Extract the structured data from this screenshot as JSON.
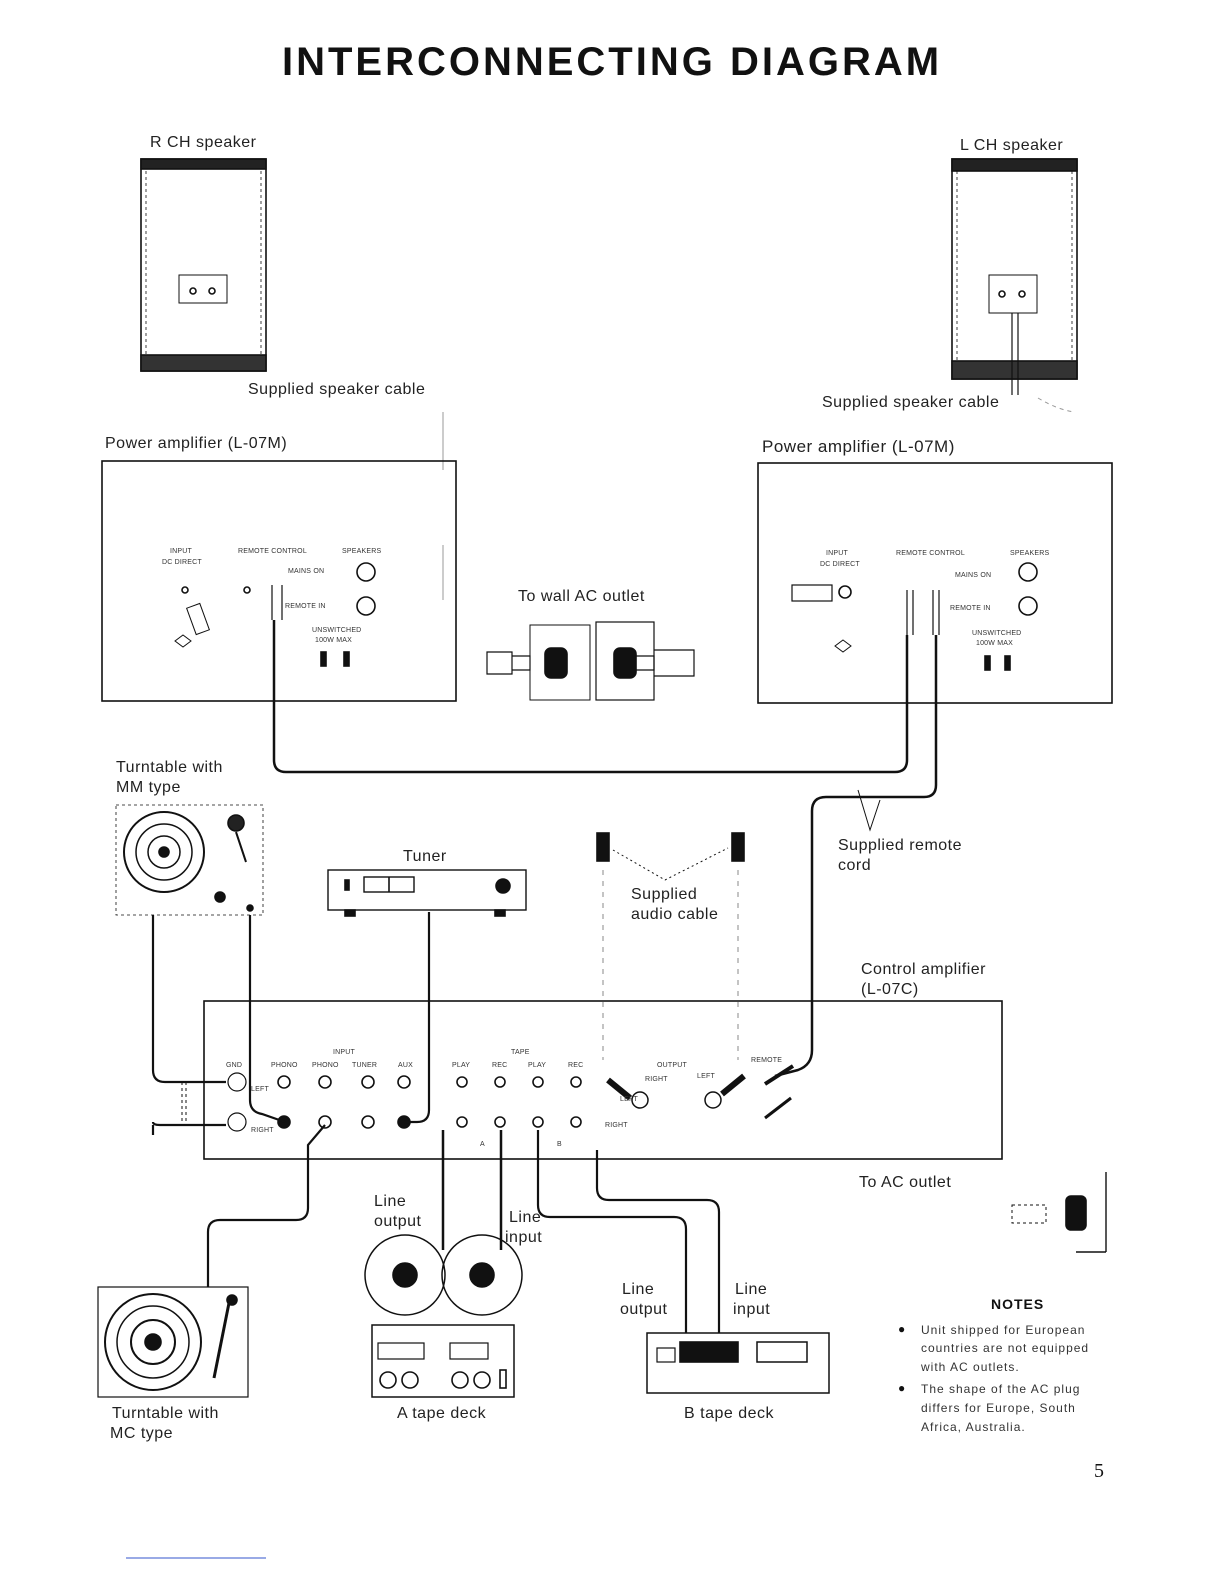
{
  "title": "INTERCONNECTING DIAGRAM",
  "speakers": {
    "right_label": "R CH speaker",
    "left_label": "L CH speaker",
    "cable_label_left": "Supplied speaker cable",
    "cable_label_right": "Supplied speaker cable"
  },
  "power_amplifiers": {
    "left_label": "Power amplifier (L-07M)",
    "right_label": "Power amplifier (L-07M)",
    "panel_texts": {
      "input": "INPUT",
      "dc_direct": "DC DIRECT",
      "remote_control": "REMOTE CONTROL",
      "speakers": "SPEAKERS",
      "mains_on": "MAINS ON",
      "remote_in": "REMOTE IN",
      "unswitched": "UNSWITCHED",
      "max_watts": "100W MAX"
    }
  },
  "wall_outlet_label": "To wall AC outlet",
  "remote_cord_label": [
    "Supplied remote",
    "cord"
  ],
  "audio_cable_label": [
    "Supplied",
    "audio cable"
  ],
  "turntable_mm_label": [
    "Turntable with",
    "MM type"
  ],
  "turntable_mc_label": [
    "Turntable with",
    "MC type"
  ],
  "tuner_label": "Tuner",
  "control_amplifier": {
    "label": [
      "Control amplifier",
      "(L-07C)"
    ],
    "panel_texts": {
      "input": "INPUT",
      "tape": "TAPE",
      "gnd": "GND",
      "phono1": "PHONO",
      "phono2": "PHONO",
      "tuner": "TUNER",
      "aux": "AUX",
      "play_a": "PLAY",
      "rec_a": "REC",
      "play_b": "PLAY",
      "rec_b": "REC",
      "output": "OUTPUT",
      "remote": "REMOTE",
      "left1": "LEFT",
      "right1": "RIGHT",
      "left2": "LEFT",
      "right2": "RIGHT",
      "left3": "LEFT",
      "right3": "RIGHT",
      "a": "A",
      "b": "B"
    }
  },
  "ac_outlet_label": "To AC outlet",
  "tape_a": {
    "label": "A tape deck",
    "line_output": [
      "Line",
      "output"
    ],
    "line_input": [
      "Line",
      "input"
    ]
  },
  "tape_b": {
    "label": "B tape deck",
    "line_output": [
      "Line",
      "output"
    ],
    "line_input": [
      "Line",
      "input"
    ]
  },
  "notes": {
    "heading": "NOTES",
    "items": [
      [
        "Unit shipped for European",
        "countries are not equipped",
        "with AC outlets."
      ],
      [
        "The shape of the AC plug",
        "differs for Europe, South",
        "Africa, Australia."
      ]
    ]
  },
  "page_number": "5"
}
